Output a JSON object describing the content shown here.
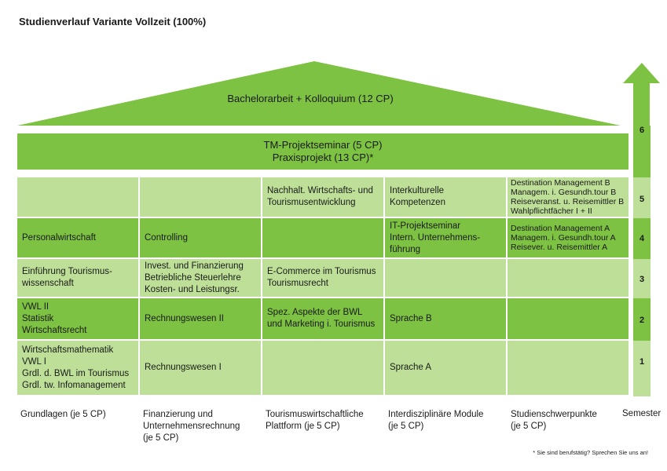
{
  "title": "Studienverlauf  Variante Vollzeit (100%)",
  "roof": {
    "label": "Bachelorarbeit + Kolloquium (12 CP)"
  },
  "banner": {
    "line1": "TM-Projektseminar (5 CP)",
    "line2": "Praxisprojekt (13 CP)*"
  },
  "columns": [
    {
      "label": "Grundlagen (je 5 CP)",
      "cells": {
        "s5": "",
        "s4": "Personalwirtschaft",
        "s3": "Einführung Tourismus-\nwissenschaft",
        "s2": "VWL II\nStatistik\nWirtschaftsrecht",
        "s1": "Wirtschaftsmathematik\nVWL I\nGrdl. d. BWL im Tourismus\nGrdl. tw. Infomanagement"
      }
    },
    {
      "label": "Finanzierung und\nUnternehmensrechnung\n(je 5 CP)",
      "cells": {
        "s5": "",
        "s4": "Controlling",
        "s3": "Invest. und Finanzierung\nBetriebliche Steuerlehre\nKosten- und Leistungsr.",
        "s2": "Rechnungswesen II",
        "s1": "Rechnungswesen I"
      }
    },
    {
      "label": "Tourismuswirtschaftliche\nPlattform (je 5 CP)",
      "cells": {
        "s5": "Nachhalt. Wirtschafts- und\nTourismusentwicklung",
        "s4": "",
        "s3": "E-Commerce im Tourismus\nTourismusrecht",
        "s2": "Spez. Aspekte der BWL\nund Marketing i. Tourismus",
        "s1": ""
      }
    },
    {
      "label": "Interdisziplinäre Module\n(je 5 CP)",
      "cells": {
        "s5": "Interkulturelle\nKompetenzen",
        "s4": "IT-Projektseminar\nIntern. Unternehmens-\nführung",
        "s3": "",
        "s2": "Sprache B",
        "s1": "Sprache A"
      }
    },
    {
      "label": "Studienschwerpunkte\n(je 5 CP)",
      "cells": {
        "s5": "Destination Management B\nManagem. i. Gesundh.tour B\nReiseveranst. u. Reisemittler B\nWahlpflichtfächer I + II",
        "s4": "Destination Management A\nManagem. i. Gesundh.tour A\nReisever. u. Reisemittler A",
        "s3": "",
        "s2": "",
        "s1": ""
      }
    }
  ],
  "semester": {
    "label": "Semester",
    "numbers": [
      "6",
      "5",
      "4",
      "3",
      "2",
      "1"
    ]
  },
  "footnote": "* Sie sind berufstätig? Sprechen Sie uns an!",
  "colors": {
    "dark_green": "#7dc242",
    "light_green": "#bddf97"
  }
}
